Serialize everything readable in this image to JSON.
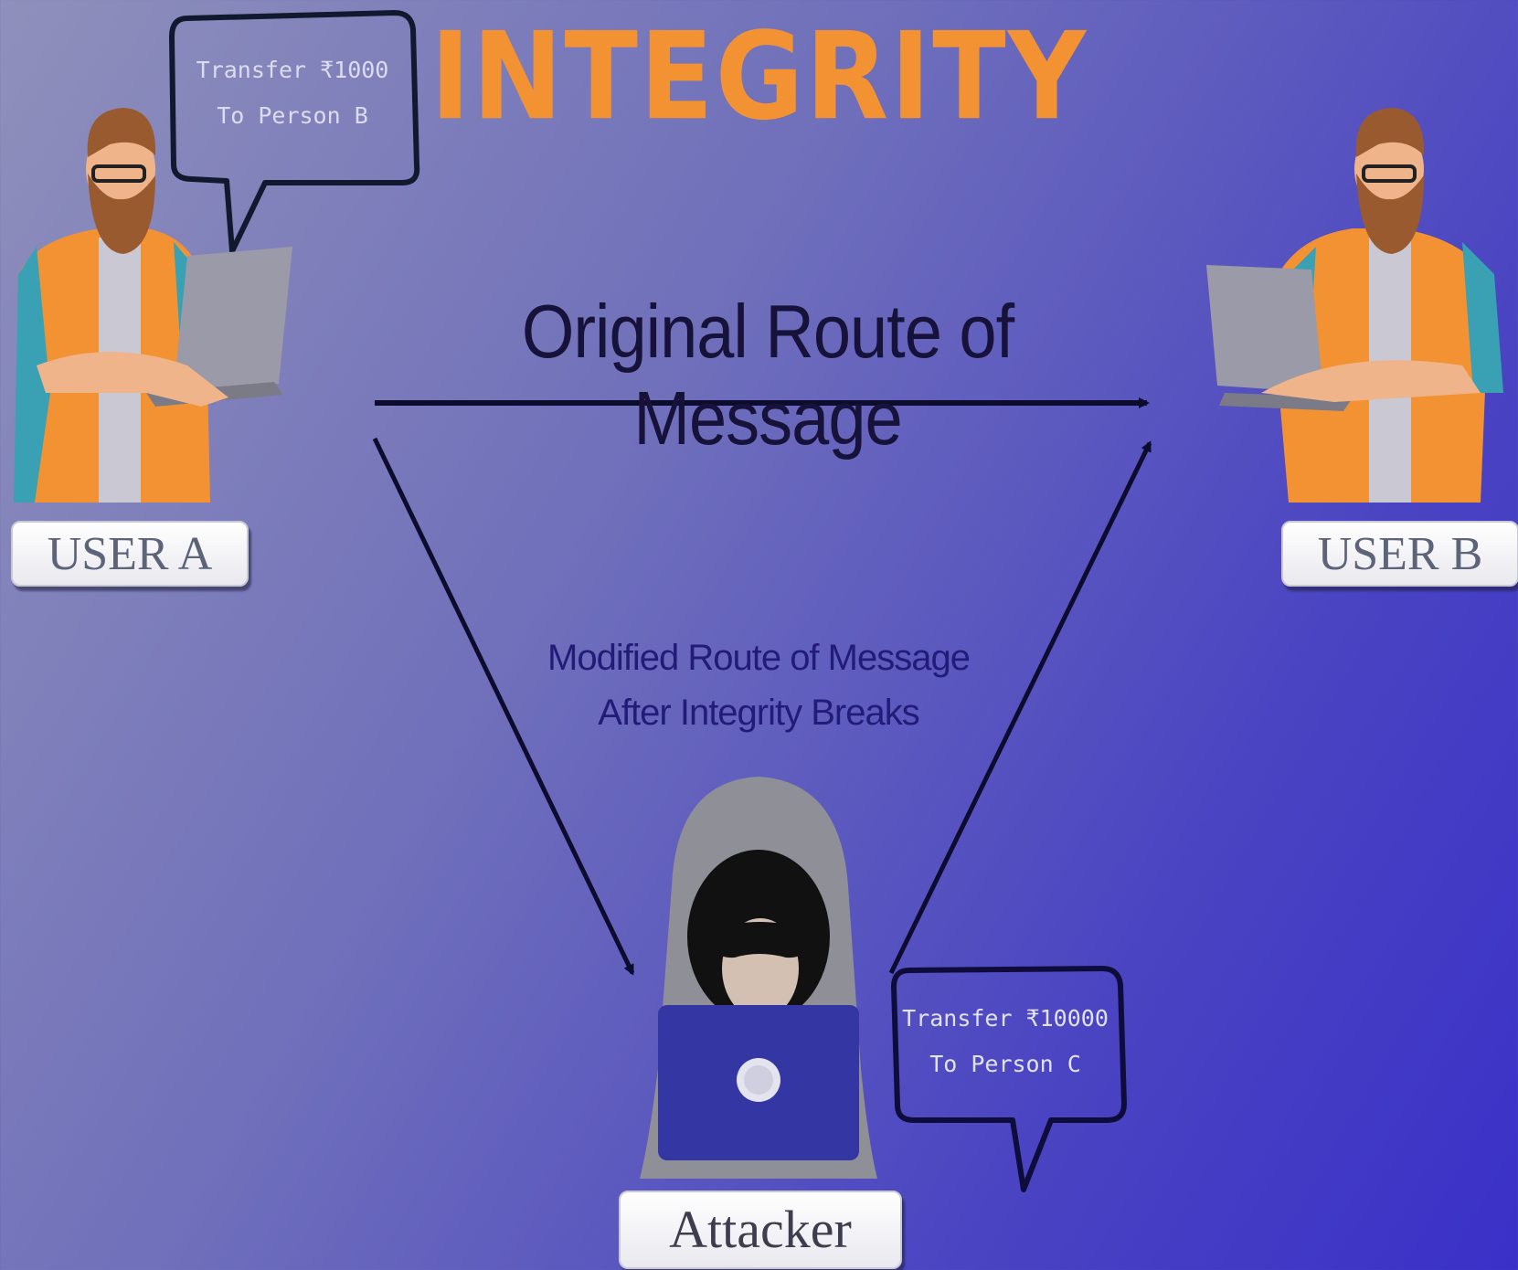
{
  "title": "INTEGRITY",
  "original_route_label": "Original Route of Message",
  "modified_route_label": {
    "line1": "Modified Route of Message",
    "line2": "After Integrity Breaks"
  },
  "users": {
    "a": {
      "label": "USER A",
      "speech": [
        "Transfer ₹1000",
        "To Person B"
      ]
    },
    "b": {
      "label": "USER B"
    },
    "attacker": {
      "label": "Attacker",
      "speech": [
        "Transfer ₹10000",
        "To Person C"
      ]
    }
  },
  "colors": {
    "title": "#f39232",
    "arrow": "#0e0c2e",
    "vest_orange": "#f39232",
    "vest_teal": "#3aa0b4"
  }
}
